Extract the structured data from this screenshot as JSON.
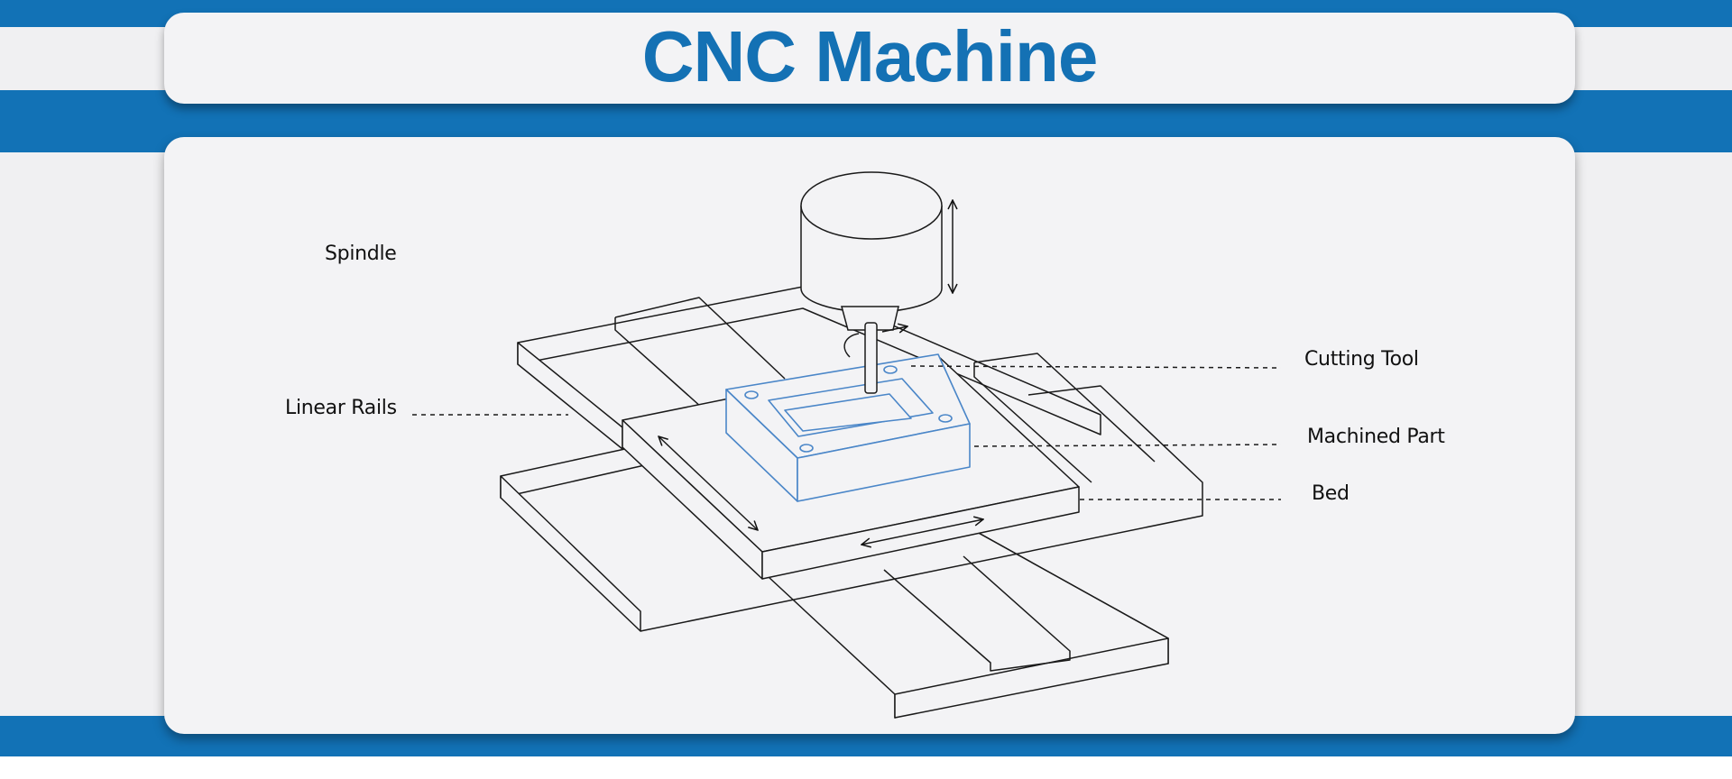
{
  "title": "CNC Machine",
  "labels": {
    "spindle": "Spindle",
    "linear_rails": "Linear Rails",
    "cutting_tool": "Cutting Tool",
    "machined_part": "Machined Part",
    "bed": "Bed"
  },
  "colors": {
    "brand_blue": "#1272b6",
    "part_outline": "#4a86c8",
    "background": "#f0f0f2"
  }
}
